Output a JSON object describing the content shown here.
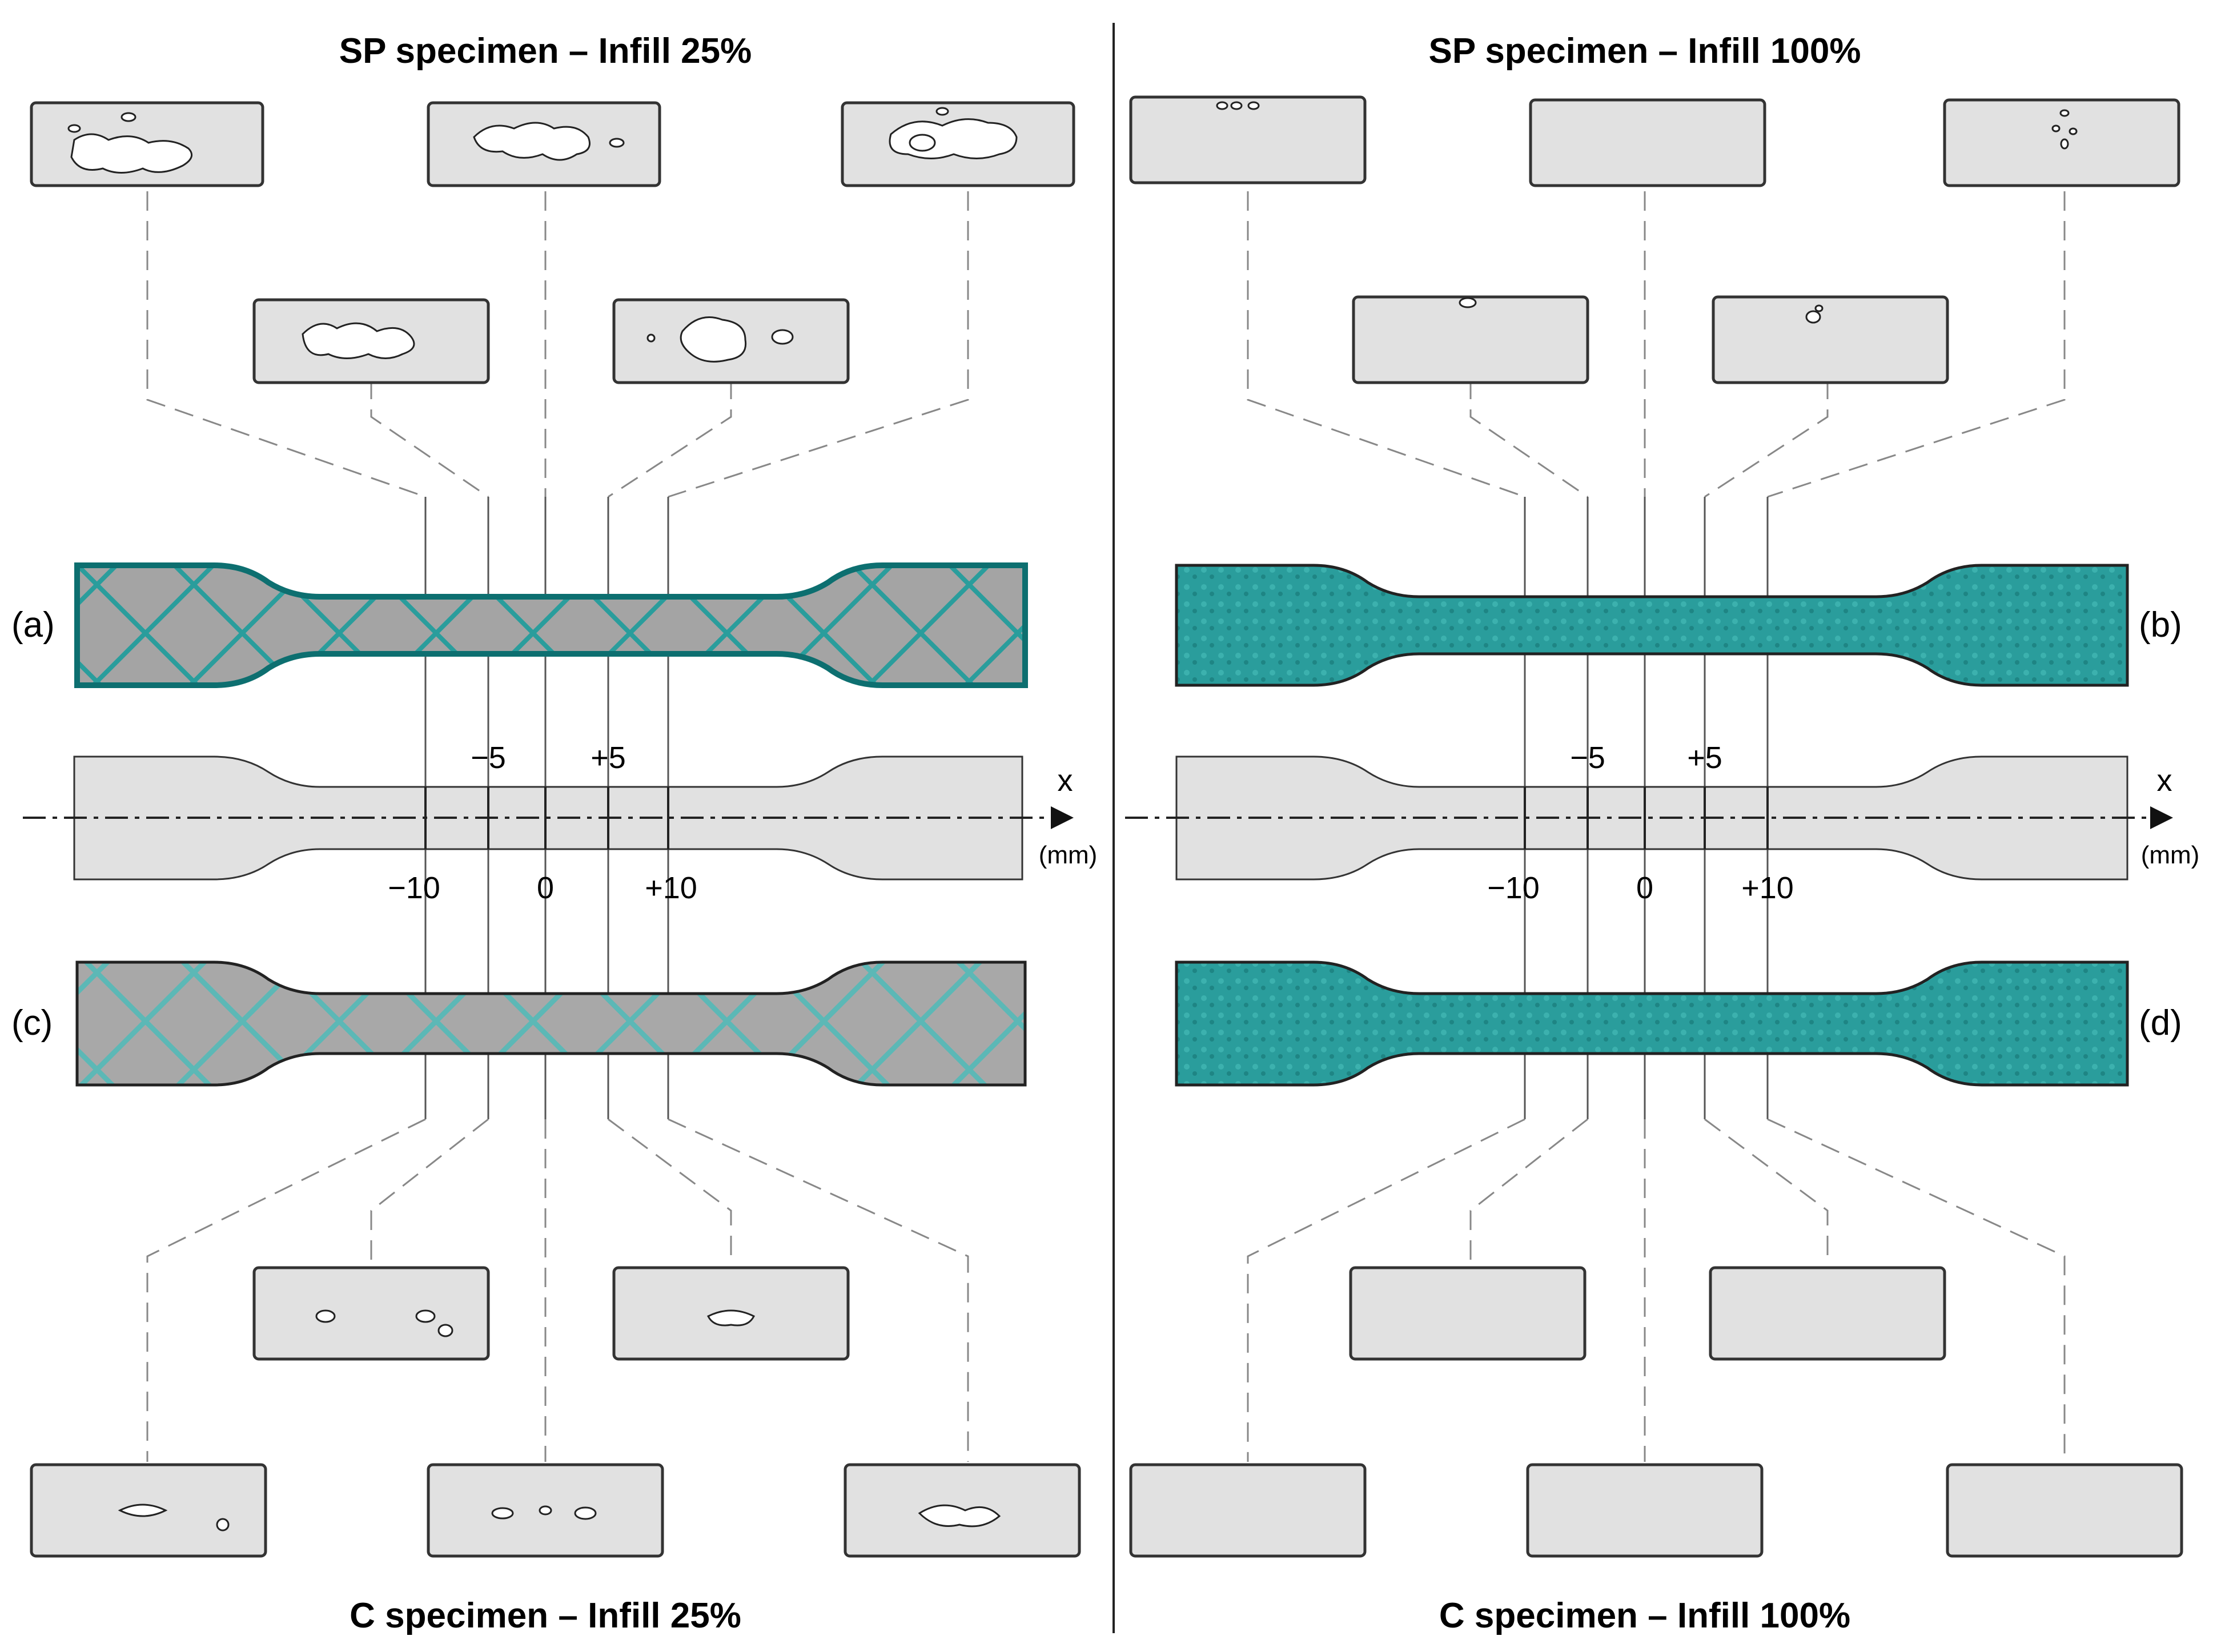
{
  "titles": {
    "sp25": "SP specimen – Infill 25%",
    "sp100": "SP specimen – Infill 100%",
    "c25": "C specimen – Infill 25%",
    "c100": "C specimen – Infill 100%"
  },
  "panel_labels": {
    "a": "(a)",
    "b": "(b)",
    "c": "(c)",
    "d": "(d)"
  },
  "axis": {
    "name": "x",
    "unit": "(mm)",
    "ticks_top": [
      "−5",
      "+5"
    ],
    "ticks_bottom": [
      "−10",
      "0",
      "+10"
    ]
  },
  "colors": {
    "specimen_fill": "#2a9d9c",
    "specimen_dark": "#0d6f70",
    "infill_grey": "#9a9a9a",
    "section_fill": "#e1e1e1",
    "outline": "#222222",
    "guide": "#888888"
  }
}
